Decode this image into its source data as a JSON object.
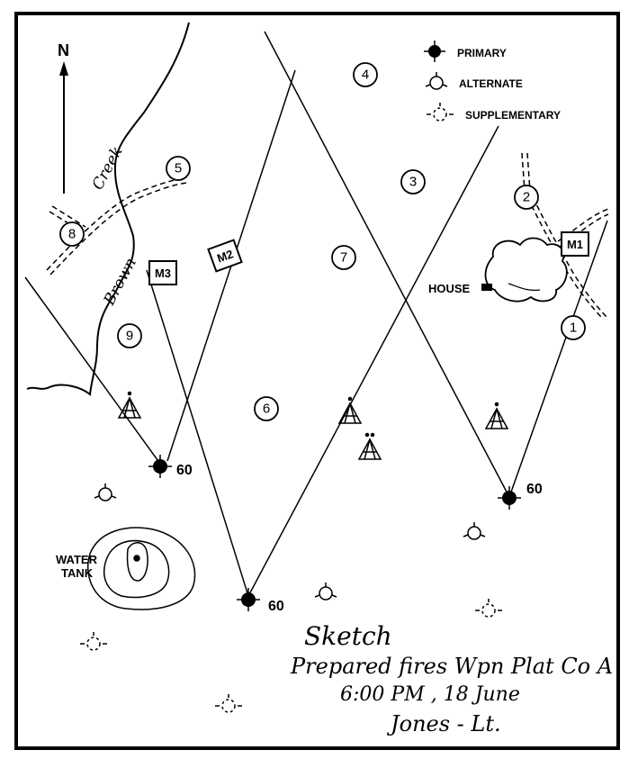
{
  "legend": {
    "primary": "PRIMARY",
    "alternate": "ALTERNATE",
    "supplementary": "SUPPLEMENTARY"
  },
  "north": "N",
  "creek": {
    "word1": "Creek",
    "word2": "Brown"
  },
  "house": "HOUSE",
  "water_tank": {
    "line1": "WATER",
    "line2": "TANK"
  },
  "machine_guns": [
    "M1",
    "M2",
    "M3"
  ],
  "targets": [
    "1",
    "2",
    "3",
    "4",
    "5",
    "6",
    "7",
    "8",
    "9"
  ],
  "sector_limits": [
    "60",
    "60",
    "60"
  ],
  "caption": {
    "line1": "Sketch",
    "line2": "Prepared fires Wpn Plat Co A",
    "line3": "6:00 PM , 18 June",
    "line4": "Jones - Lt."
  }
}
